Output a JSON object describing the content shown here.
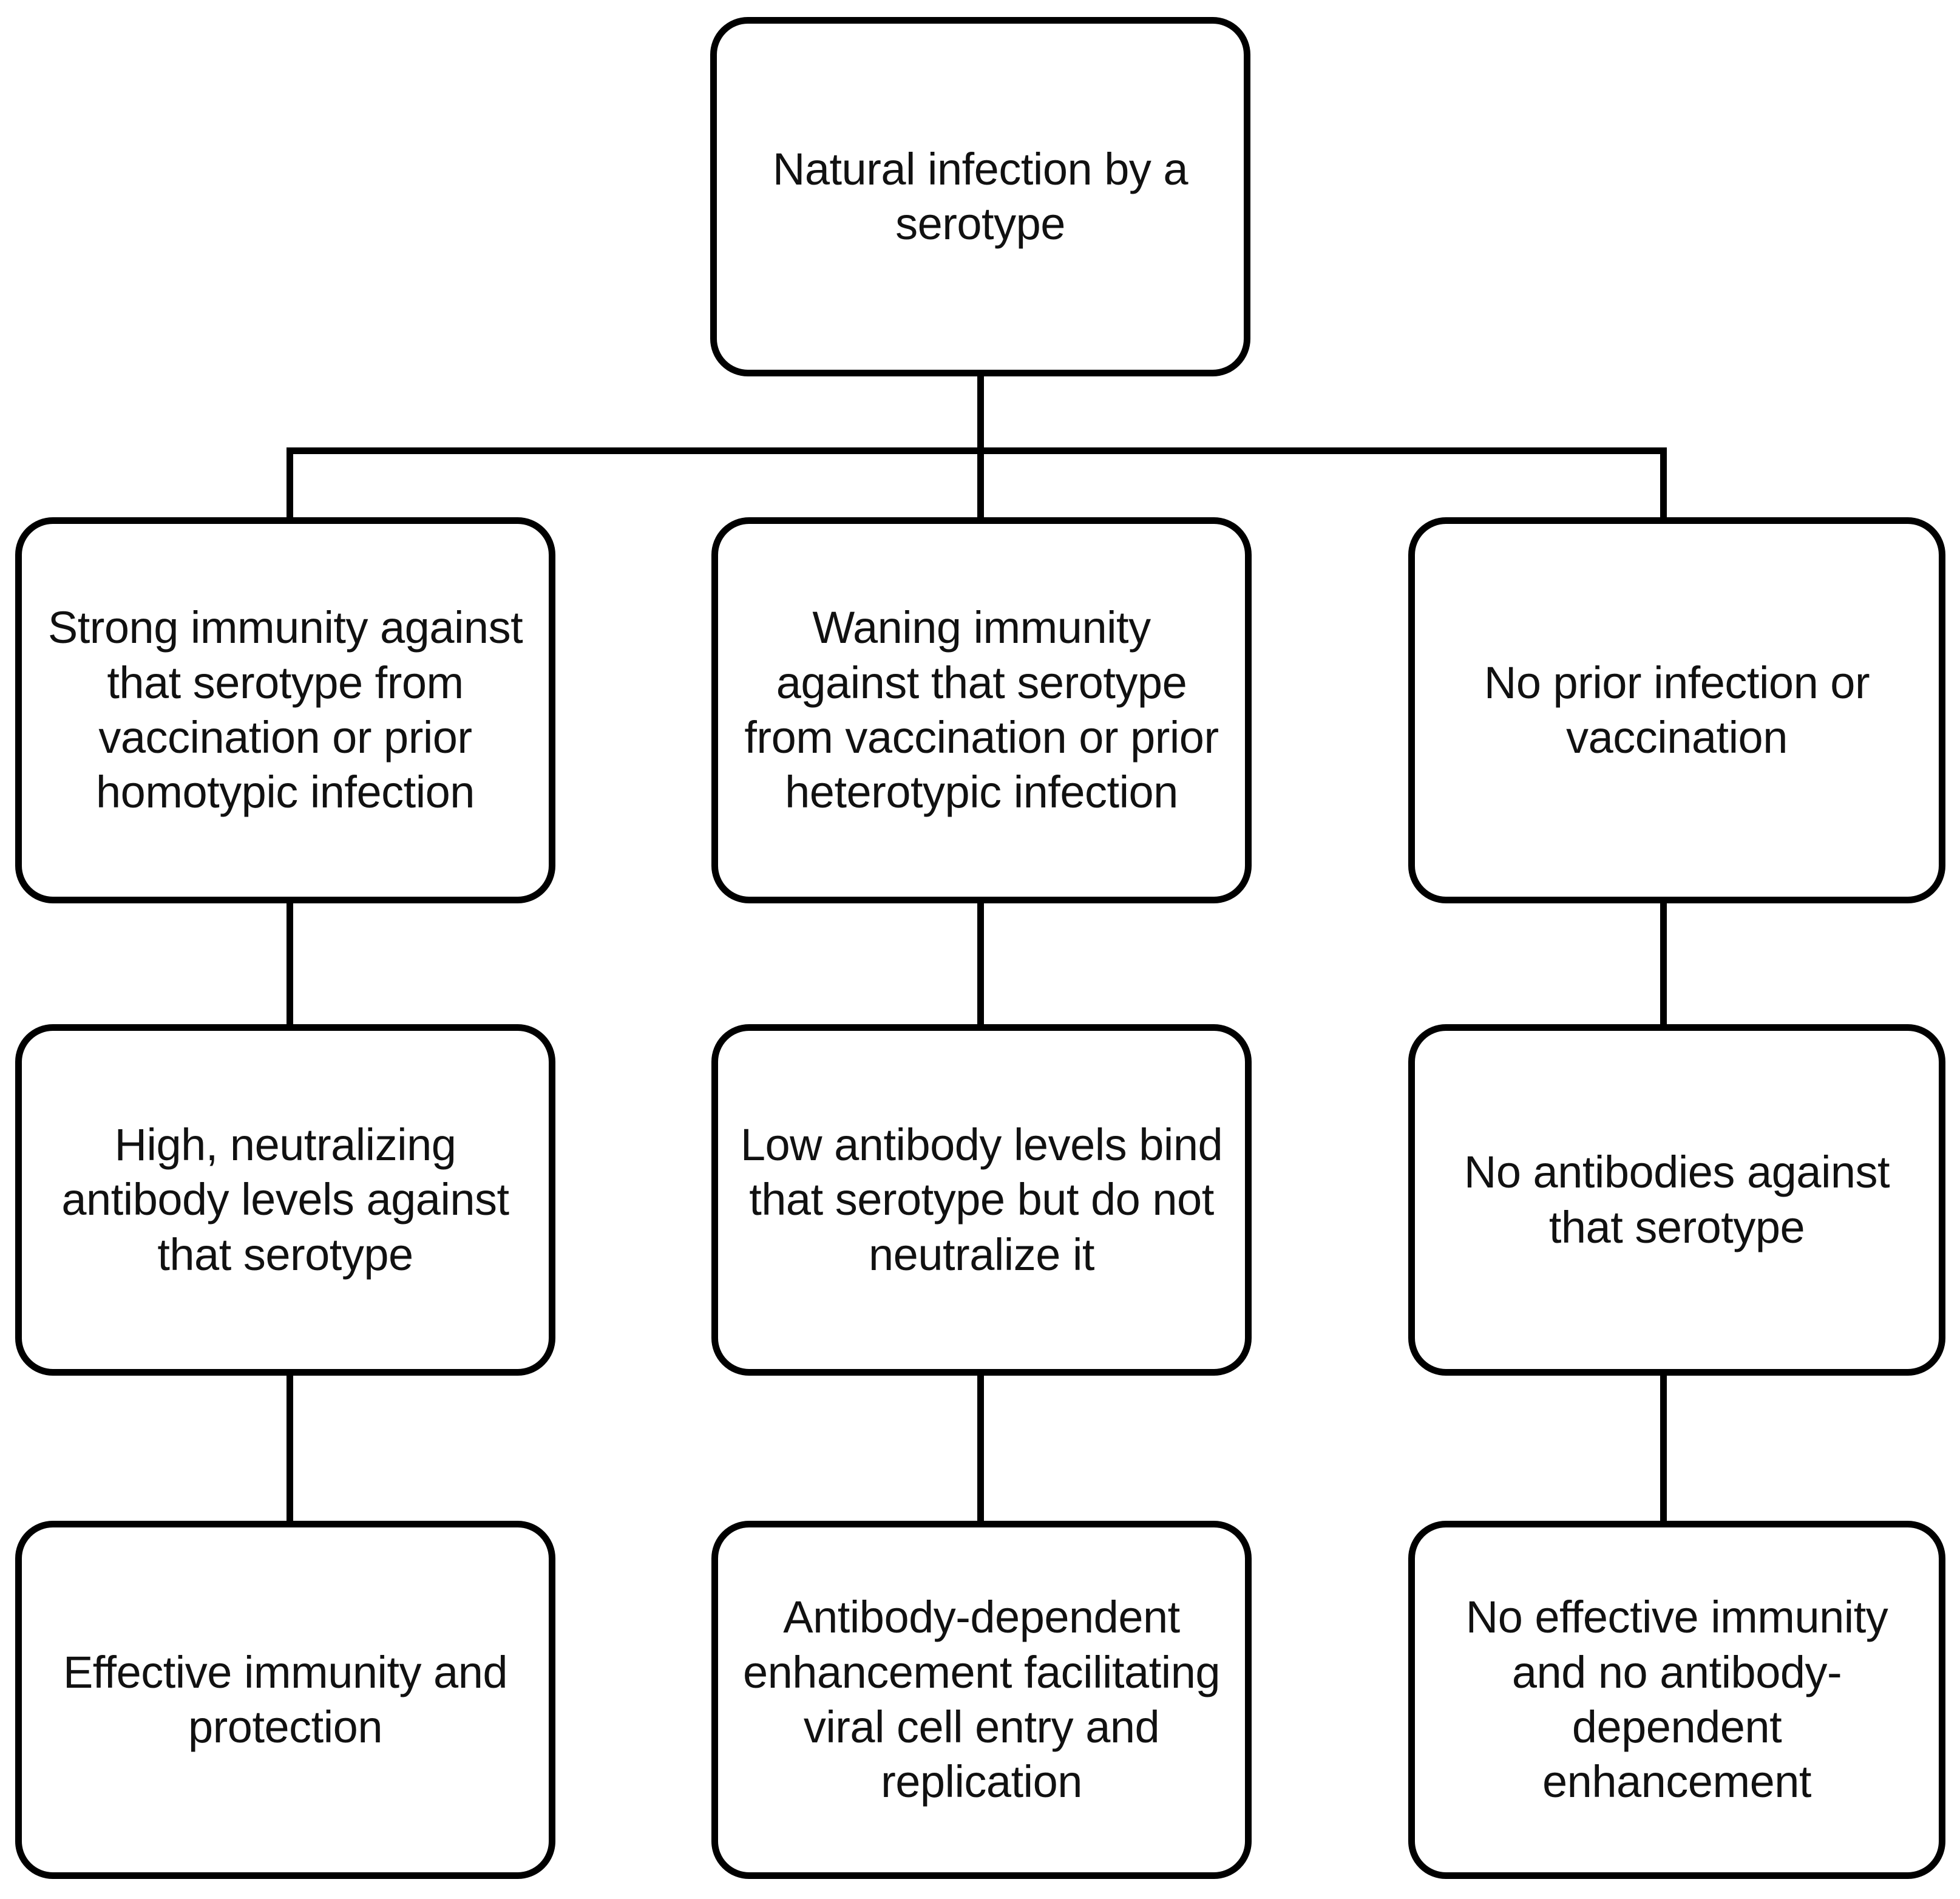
{
  "diagram": {
    "type": "flowchart",
    "orientation": "top-down",
    "colors": {
      "background": "#ffffff",
      "node_fill": "#ffffff",
      "node_border": "#000000",
      "connector": "#000000",
      "text": "#111111"
    },
    "root": {
      "id": "natural-infection",
      "label": "Natural infection by a serotype"
    },
    "branches": [
      {
        "id": "branch-strong-immunity",
        "column": 1,
        "nodes": [
          {
            "id": "strong-immunity",
            "label": "Strong immunity against that serotype from vaccination or prior homotypic infection"
          },
          {
            "id": "high-neutralizing-antibodies",
            "label": "High, neutralizing antibody levels against that serotype"
          },
          {
            "id": "effective-immunity",
            "label": "Effective immunity and protection"
          }
        ]
      },
      {
        "id": "branch-waning-immunity",
        "column": 2,
        "nodes": [
          {
            "id": "waning-immunity",
            "label": "Waning immunity against that serotype from vaccination or prior heterotypic infection"
          },
          {
            "id": "low-antibody-levels",
            "label": "Low antibody levels bind that serotype but do not neutralize it"
          },
          {
            "id": "antibody-dependent-enhancement",
            "label": "Antibody-dependent enhancement facilitating viral cell entry and replication"
          }
        ]
      },
      {
        "id": "branch-no-prior-exposure",
        "column": 3,
        "nodes": [
          {
            "id": "no-prior-infection",
            "label": "No prior infection or vaccination"
          },
          {
            "id": "no-antibodies",
            "label": "No antibodies against that serotype"
          },
          {
            "id": "no-effective-immunity",
            "label": "No effective immunity and no antibody-dependent enhancement"
          }
        ]
      }
    ],
    "edges": [
      {
        "from": "natural-infection",
        "to": "strong-immunity"
      },
      {
        "from": "natural-infection",
        "to": "waning-immunity"
      },
      {
        "from": "natural-infection",
        "to": "no-prior-infection"
      },
      {
        "from": "strong-immunity",
        "to": "high-neutralizing-antibodies"
      },
      {
        "from": "high-neutralizing-antibodies",
        "to": "effective-immunity"
      },
      {
        "from": "waning-immunity",
        "to": "low-antibody-levels"
      },
      {
        "from": "low-antibody-levels",
        "to": "antibody-dependent-enhancement"
      },
      {
        "from": "no-prior-infection",
        "to": "no-antibodies"
      },
      {
        "from": "no-antibodies",
        "to": "no-effective-immunity"
      }
    ]
  }
}
